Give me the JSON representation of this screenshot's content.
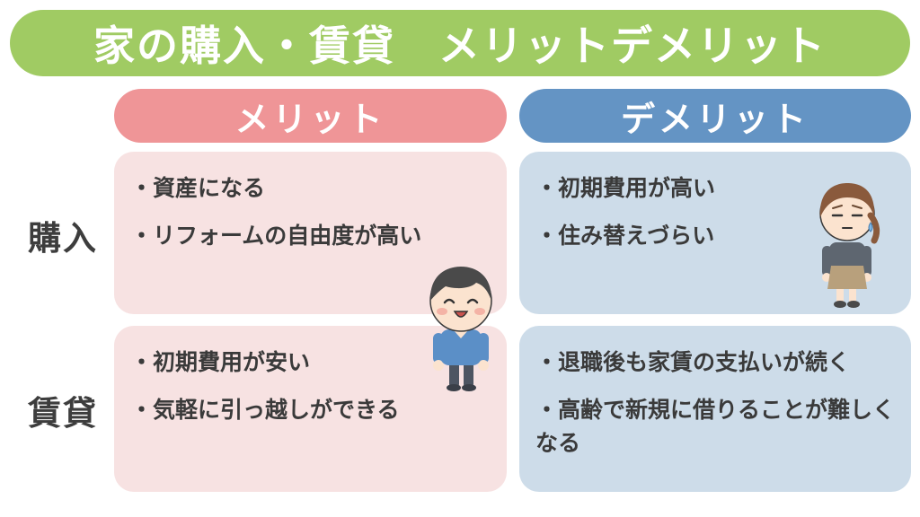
{
  "title": "家の購入・賃貸　メリットデメリット",
  "columns": {
    "merit": "メリット",
    "demerit": "デメリット"
  },
  "rows": {
    "buy": "購入",
    "rent": "賃貸"
  },
  "cells": {
    "buy_merit": [
      "・資産になる",
      "・リフォームの自由度が高い"
    ],
    "buy_demerit": [
      "・初期費用が高い",
      "・住み替えづらい"
    ],
    "rent_merit": [
      "・初期費用が安い",
      "・気軽に引っ越しができる"
    ],
    "rent_demerit": [
      "・退職後も家賃の支払いが続く",
      "・高齢で新規に借りることが難しくなる"
    ]
  },
  "colors": {
    "title_bg": "#a0cb63",
    "merit_header": "#ef9597",
    "demerit_header": "#6494c4",
    "merit_cell": "#f7e2e2",
    "demerit_cell": "#cddce9",
    "text": "#3a3a3a"
  },
  "illustrations": {
    "boy": "smiling-boy-icon",
    "woman": "worried-woman-icon"
  }
}
